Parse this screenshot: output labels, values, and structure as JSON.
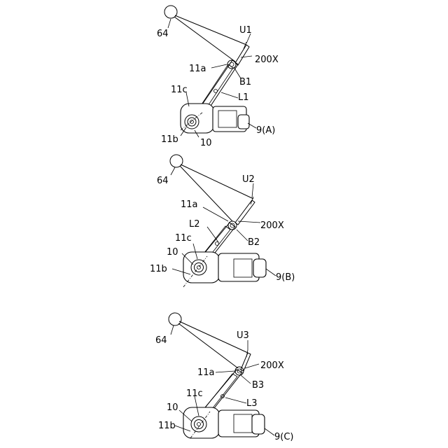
{
  "panels": [
    {
      "id": "A",
      "labels": {
        "target": "64",
        "u": "U1",
        "robot": "200X",
        "arm_a": "11a",
        "b": "B1",
        "l": "L1",
        "arm_c": "11c",
        "base": "9(A)",
        "arm_b": "11b",
        "joint": "10"
      }
    },
    {
      "id": "B",
      "labels": {
        "target": "64",
        "u": "U2",
        "arm_a": "11a",
        "robot": "200X",
        "l": "L2",
        "b": "B2",
        "arm_c": "11c",
        "joint": "10",
        "arm_b": "11b",
        "base": "9(B)"
      }
    },
    {
      "id": "C",
      "labels": {
        "target": "64",
        "u": "U3",
        "arm_a": "11a",
        "robot": "200X",
        "b": "B3",
        "arm_c": "11c",
        "l": "L3",
        "joint": "10",
        "arm_b": "11b",
        "base": "9(C)"
      }
    }
  ]
}
